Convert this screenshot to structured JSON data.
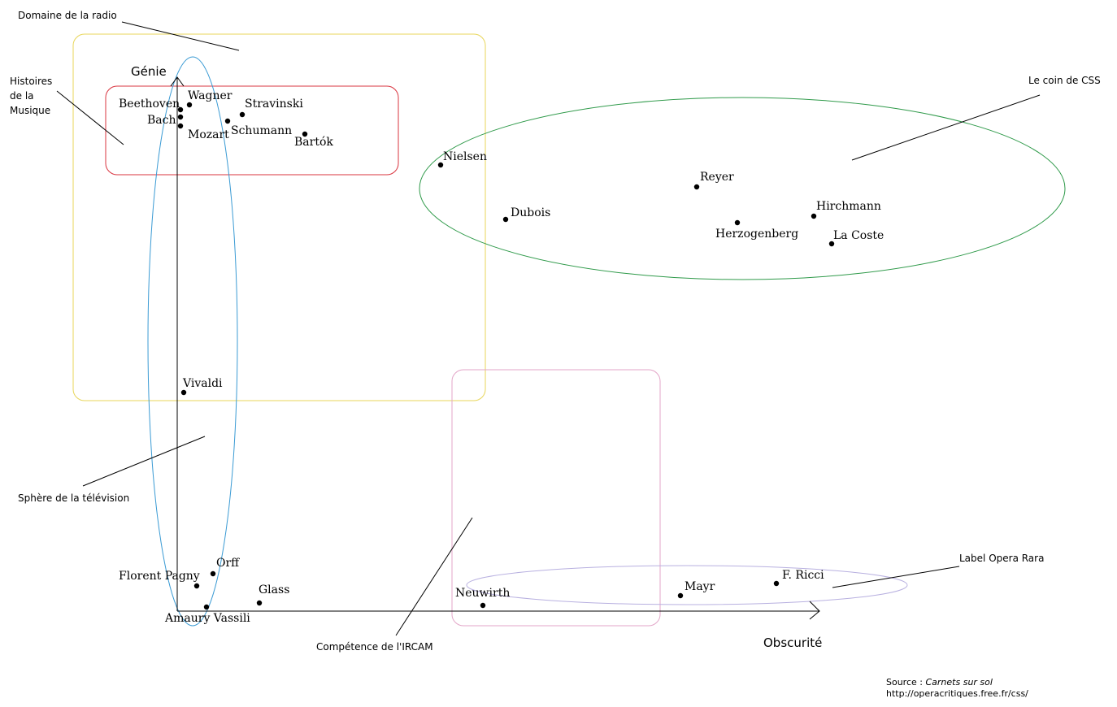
{
  "axes": {
    "y_label": "Génie",
    "x_label": "Obscurité"
  },
  "zones": {
    "radio": {
      "label": "Domaine de la radio",
      "color": "#e8d65a"
    },
    "histoires": {
      "label_lines": [
        "Histoires",
        "de la",
        "Musique"
      ],
      "color": "#d9343f"
    },
    "tele": {
      "label": "Sphère de la télévision",
      "color": "#3b9bd4"
    },
    "css": {
      "label": "Le coin de CSS",
      "color": "#2f9a4a"
    },
    "ircam": {
      "label": "Compétence de l'IRCAM",
      "color": "#e3a6c8"
    },
    "opera_rara": {
      "label": "Label Opera Rara",
      "color": "#b8b0e0"
    }
  },
  "composers": [
    {
      "name": "Beethoven"
    },
    {
      "name": "Bach"
    },
    {
      "name": "Mozart"
    },
    {
      "name": "Wagner"
    },
    {
      "name": "Stravinski"
    },
    {
      "name": "Schumann"
    },
    {
      "name": "Bartók"
    },
    {
      "name": "Nielsen"
    },
    {
      "name": "Dubois"
    },
    {
      "name": "Reyer"
    },
    {
      "name": "Hirchmann"
    },
    {
      "name": "Herzogenberg"
    },
    {
      "name": "La Coste"
    },
    {
      "name": "Vivaldi"
    },
    {
      "name": "Orff"
    },
    {
      "name": "Florent Pagny"
    },
    {
      "name": "Glass"
    },
    {
      "name": "Amaury Vassili"
    },
    {
      "name": "Neuwirth"
    },
    {
      "name": "Mayr"
    },
    {
      "name": "F. Ricci"
    }
  ],
  "source": {
    "prefix": "Source : ",
    "title": "Carnets sur sol",
    "url": "http://operacritiques.free.fr/css/"
  }
}
